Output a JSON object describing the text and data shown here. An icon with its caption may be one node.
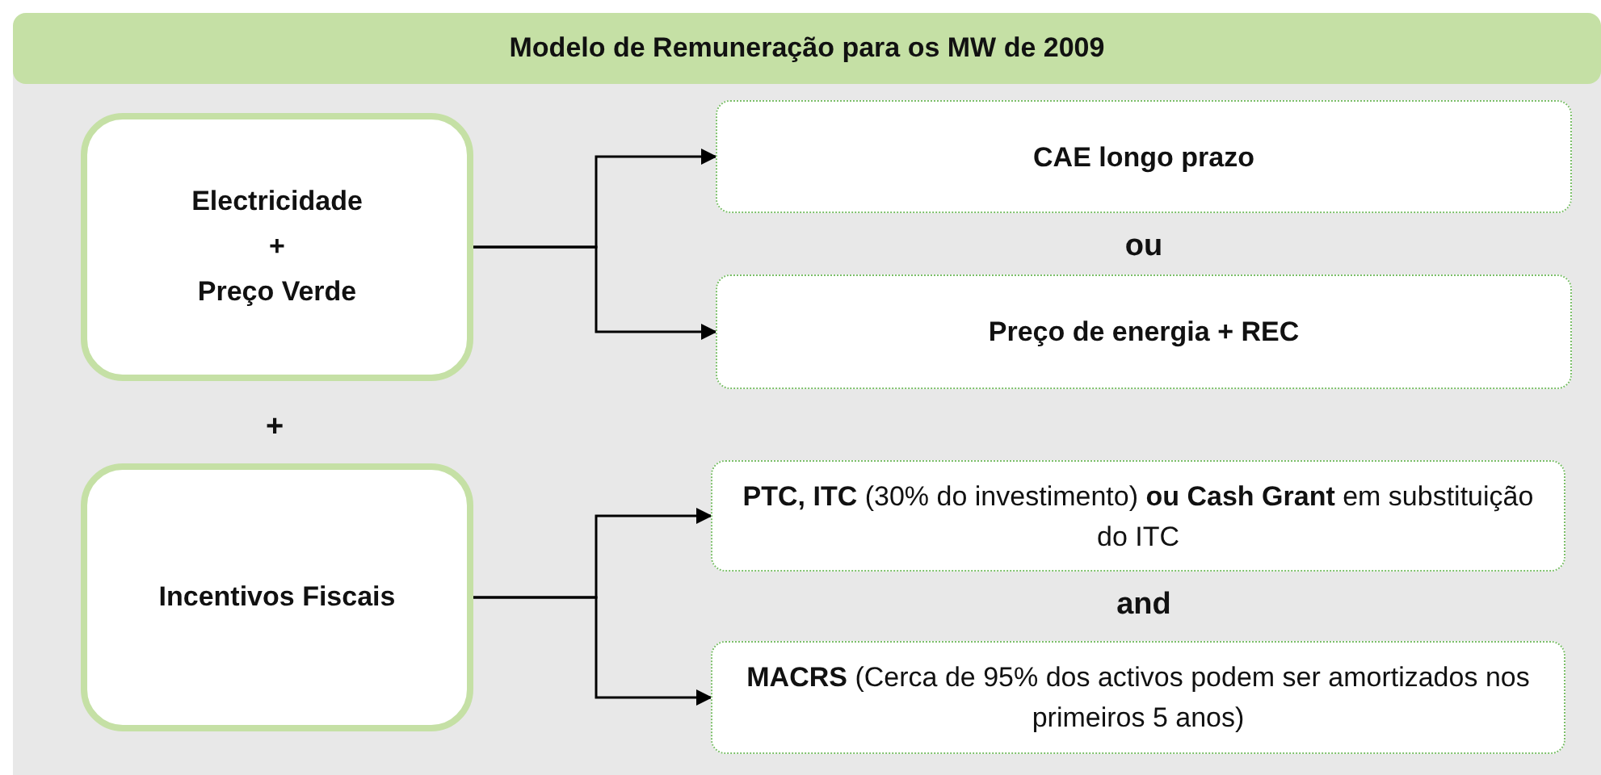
{
  "diagram": {
    "title": "Modelo de Remuneração para os MW de 2009",
    "nodes": [
      {
        "text": [
          "Electricidade",
          "+",
          "Preço Verde"
        ]
      },
      {
        "text": [
          "CAE longo prazo"
        ]
      },
      {
        "text": [
          "Preço de energia + REC"
        ]
      },
      {
        "text": [
          "Incentivos Fiscais"
        ]
      },
      {
        "text": [
          "**PTC, ITC** (30% do investimento) **ou Cash Grant** em substituição do ITC"
        ]
      },
      {
        "text": [
          "**MACRS** (Cerca de 95% dos activos podem  ser amortizados nos primeiros 5 anos)"
        ]
      }
    ],
    "edges": [
      {
        "from": 0,
        "to": 1,
        "arrow": "to"
      },
      {
        "from": 0,
        "to": 2,
        "arrow": "to"
      },
      {
        "from": 3,
        "to": 4,
        "arrow": "to"
      },
      {
        "from": 3,
        "to": 5,
        "arrow": "to"
      }
    ],
    "labels": [
      "ou",
      "+",
      "and"
    ]
  }
}
